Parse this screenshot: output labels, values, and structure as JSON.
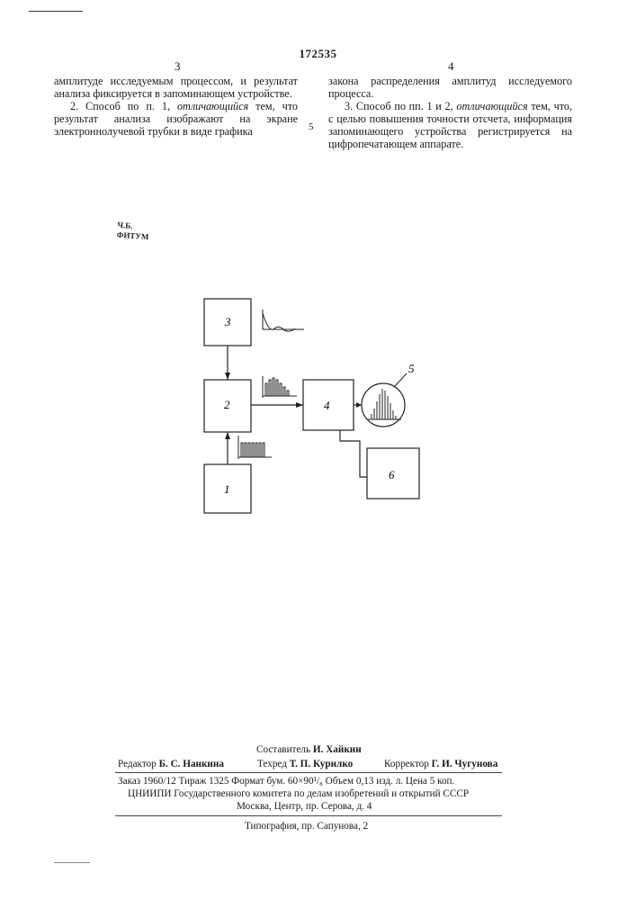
{
  "header": {
    "patent_number": "172535",
    "col_left_number": "3",
    "col_right_number": "4",
    "line_marker": "5"
  },
  "column_left": {
    "para1": "амплитуде исследуемым процессом, и результат анализа фиксируется в запоминающем устройстве.",
    "para2_start": "2. Способ по п. 1, ",
    "para2_italic": "отличающийся",
    "para2_end": " тем, что результат анализа изображают на экране электроннолучевой трубки в виде графика"
  },
  "column_right": {
    "para1": "закона распределения амплитуд исследуемого процесса.",
    "para2_start": "3. Способ по пп. 1 и 2, ",
    "para2_italic": "отличающийся",
    "para2_end": " тем, что, с целью повышения точности отсчета, информация запоминающего устройства регистрируется на цифропечатающем аппарате."
  },
  "scan_mark": {
    "line1": "Ч.Б.",
    "line2": "ФИТУМ"
  },
  "diagram": {
    "blocks": {
      "b1": "1",
      "b2": "2",
      "b3": "3",
      "b4": "4",
      "b6": "6"
    },
    "screen_label": "5"
  },
  "imprint": {
    "compiler_label": "Составитель",
    "compiler_name": "И. Хайкин",
    "editor_label": "Редактор",
    "editor_name": "Б. С. Нанкина",
    "techred_label": "Техред",
    "techred_name": "Т. П. Курилко",
    "corrector_label": "Корректор",
    "corrector_name": "Г. И. Чугунова",
    "order_line": "Заказ 1960/12  Тираж 1325  Формат бум. 60×90¹/₈  Объем 0,13 изд. л.  Цена 5 коп.",
    "institute_line": "ЦНИИПИ Государственного комитета по делам изобретений и открытий СССР",
    "address_line": "Москва, Центр, пр. Серова, д. 4",
    "printer_line": "Типография, пр. Сапунова, 2"
  }
}
